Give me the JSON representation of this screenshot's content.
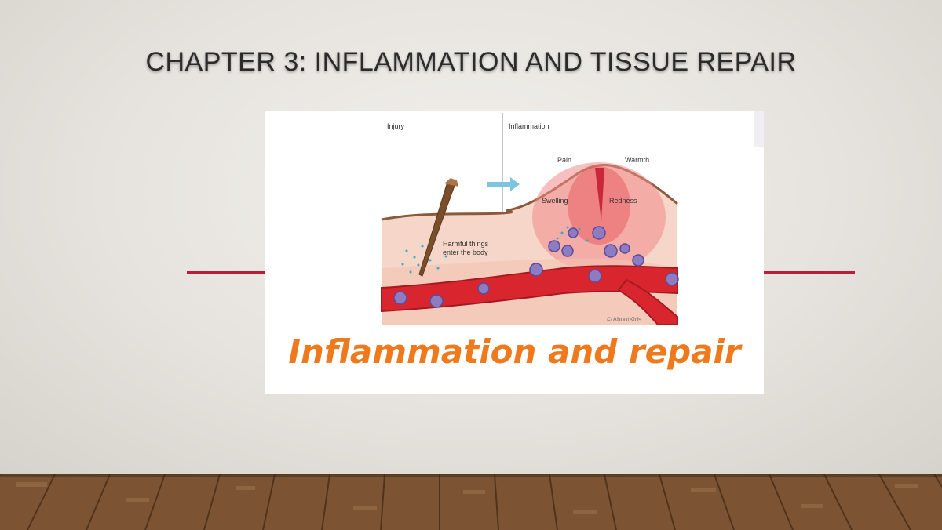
{
  "slide": {
    "title": "CHAPTER 3: INFLAMMATION AND TISSUE REPAIR"
  },
  "figure": {
    "caption": "Inflammation and repair",
    "panel_left_label": "Injury",
    "panel_right_label": "Inflammation",
    "labels": {
      "pain": "Pain",
      "warmth": "Warmth",
      "swelling": "Swelling",
      "redness": "Redness",
      "harmful_line1": "Harmful things",
      "harmful_line2": "enter the body",
      "credit": "© AboutKids"
    }
  },
  "colors": {
    "accent_rule": "#b81d3b",
    "caption": "#ef7a1e",
    "title": "#2b2b2b"
  }
}
